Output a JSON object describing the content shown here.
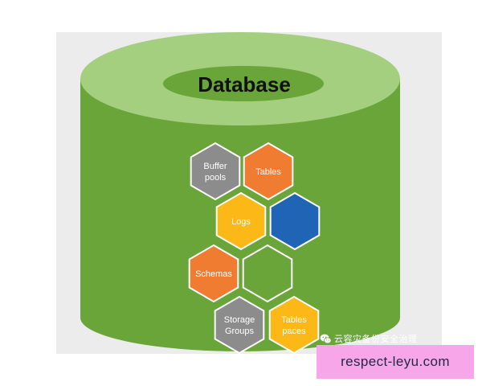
{
  "diagram": {
    "title": "Database",
    "colors": {
      "background": "#ececec",
      "cylinder_body": "#6aa539",
      "cylinder_top": "#a3cf7e",
      "cylinder_hole": "#6aa539",
      "gray": "#8c8c8c",
      "orange": "#f07c32",
      "yellow": "#fbb817",
      "blue": "#1f64b5",
      "green": "#6aa539"
    },
    "hexagons": [
      {
        "id": "buffer-pools",
        "label": "Buffer\npools",
        "color": "gray"
      },
      {
        "id": "tables",
        "label": "Tables",
        "color": "orange"
      },
      {
        "id": "logs",
        "label": "Logs",
        "color": "yellow"
      },
      {
        "id": "blank-blue",
        "label": "",
        "color": "blue"
      },
      {
        "id": "schemas",
        "label": "Schemas",
        "color": "orange"
      },
      {
        "id": "blank-green",
        "label": "",
        "color": "green"
      },
      {
        "id": "storage-groups",
        "label": "Storage\nGroups",
        "color": "gray"
      },
      {
        "id": "tablespaces",
        "label": "Tables\npaces",
        "color": "yellow"
      }
    ]
  },
  "watermark": {
    "text": "云容灾备份安全治理",
    "icon": "wechat-icon"
  },
  "banner": {
    "text": "respect-leyu.com",
    "color": "#f7a6ea"
  }
}
